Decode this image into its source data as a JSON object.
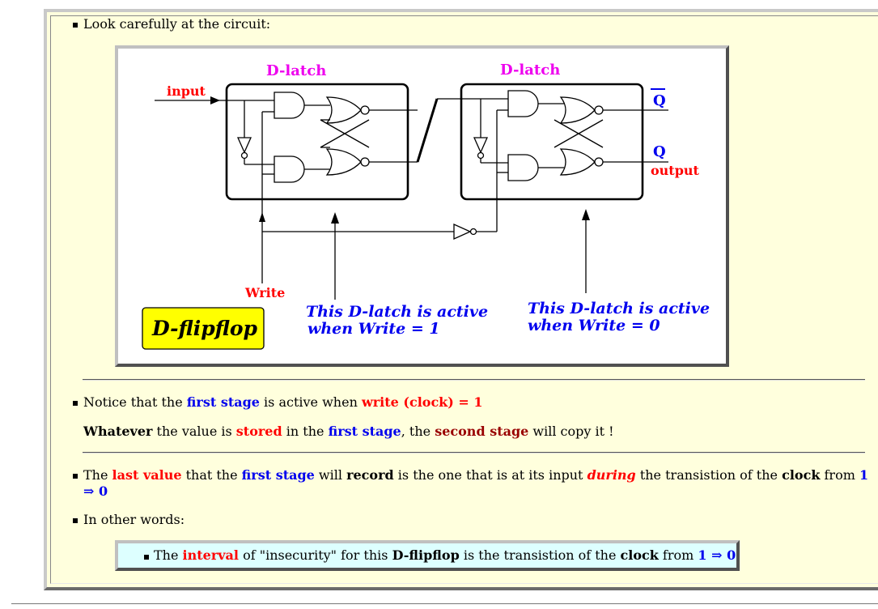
{
  "items": {
    "look": "Look carefully at the circuit:",
    "notice": {
      "t1": "Notice that the ",
      "first_stage": "first stage",
      "t2": " is active when ",
      "write_clock": "write (clock) = 1"
    },
    "whatever": {
      "t1": "Whatever",
      "t2": " the value is ",
      "stored": "stored",
      "t3": " in the ",
      "first_stage": "first stage",
      "t4": ", the ",
      "second_stage": "second stage",
      "t5": " will copy it !"
    },
    "last_value": {
      "t1": "The ",
      "last_value": "last value",
      "t2": " that the ",
      "first_stage": "first stage",
      "t3": " will ",
      "record": "record",
      "t4": " is the one that is at its input ",
      "during": "during",
      "t5": " the transistion of the ",
      "clock": "clock",
      "t6": " from ",
      "one": "1",
      "arrow_zero": "⇒ 0"
    },
    "in_other_words": "In other words:",
    "callout": {
      "t1": "The ",
      "interval": "interval",
      "t2": " of \"insecurity\" for this ",
      "dflipflop": "D-flipflop",
      "t3": " is the transistion of the ",
      "clock": "clock",
      "t4": " from ",
      "transition": "1 ⇒ 0"
    }
  },
  "diagram": {
    "latch1_label": "D-latch",
    "latch2_label": "D-latch",
    "input_label": "input",
    "qbar_label": "Q",
    "q_label": "Q",
    "output_label": "output",
    "write_label": "Write",
    "note1_line1": "This D-latch is active",
    "note1_line2": "when Write = 1",
    "note2_line1": "This D-latch is active",
    "note2_line2": "when Write = 0",
    "title": "D-flipflop"
  },
  "colors": {
    "background": "#ffffdd",
    "blue": "#0000ee",
    "red": "#ff0000",
    "maroon": "#990000",
    "magenta": "#ee00ee",
    "title_box": "#ffff00",
    "callout_bg": "#ddffff"
  }
}
